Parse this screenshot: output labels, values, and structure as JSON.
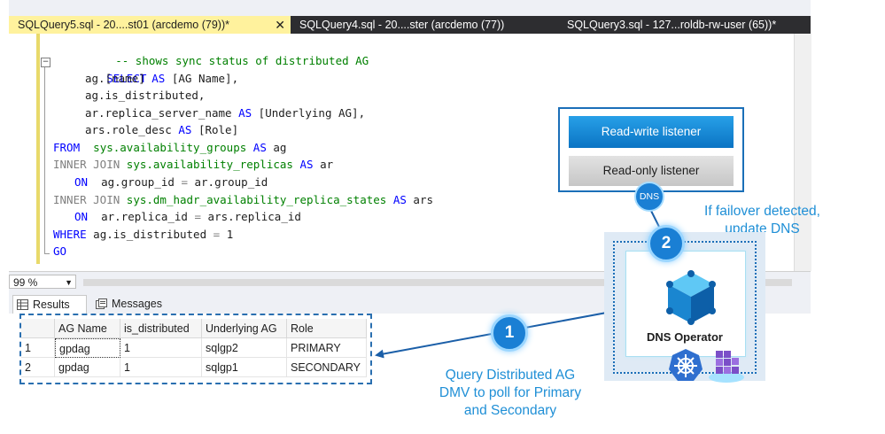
{
  "tabs": [
    {
      "label": "SQLQuery5.sql - 20....st01 (arcdemo (79))*",
      "close": "✕"
    },
    {
      "label": "SQLQuery4.sql - 20....ster (arcdemo (77))"
    },
    {
      "label": "SQLQuery3.sql - 127...roldb-rw-user (65))*"
    }
  ],
  "editor": {
    "comment": "-- shows sync status of distributed AG",
    "l_select": "SELECT",
    "l1_a": "ag.[name] ",
    "l1_as": "AS",
    "l1_b": " [AG Name],",
    "l2": "ag.is_distributed,",
    "l3_a": "ar.replica_server_name ",
    "l3_as": "AS",
    "l3_b": " [Underlying AG],",
    "l4_a": "ars.role_desc ",
    "l4_as": "AS",
    "l4_b": " [Role]",
    "l5_from": "FROM",
    "l5_sys": "sys.availability_groups",
    "l5_as": "AS",
    "l5_b": " ag",
    "l6_join": "INNER JOIN",
    "l6_sys": "sys.availability_replicas",
    "l6_as": "AS",
    "l6_b": " ar",
    "l7_on": "ON",
    "l7_a": "ag.group_id ",
    "l7_eq": "=",
    "l7_b": " ar.group_id",
    "l8_join": "INNER JOIN",
    "l8_sys": "sys.dm_hadr_availability_replica_states",
    "l8_as": "AS",
    "l8_b": " ars",
    "l9_on": "ON",
    "l9_a": "ar.replica_id ",
    "l9_eq": "=",
    "l9_b": " ars.replica_id",
    "l10_where": "WHERE",
    "l10_a": " ag.is_distributed ",
    "l10_eq": "=",
    "l10_b": " 1",
    "l11": "GO"
  },
  "zoom": "99 %",
  "result_tabs": {
    "results": "Results",
    "messages": "Messages"
  },
  "grid": {
    "headers": [
      "AG Name",
      "is_distributed",
      "Underlying AG",
      "Role"
    ],
    "rows": [
      {
        "n": "1",
        "cells": [
          "gpdag",
          "1",
          "sqlgp2",
          "PRIMARY"
        ]
      },
      {
        "n": "2",
        "cells": [
          "gpdag",
          "1",
          "sqlgp1",
          "SECONDARY"
        ]
      }
    ]
  },
  "diagram": {
    "rw_listener": "Read-write listener",
    "ro_listener": "Read-only listener",
    "dns": "DNS",
    "step1": "1",
    "step2": "2",
    "callout2_l1": "If failover detected,",
    "callout2_l2": "update DNS",
    "callout1_l1": "Query Distributed AG",
    "callout1_l2": "DMV to poll for Primary",
    "callout1_l3": "and Secondary",
    "operator": "DNS Operator"
  },
  "colors": {
    "accent": "#1a7fd4",
    "tab_active": "#fff29d",
    "tab_bar": "#2d2d30",
    "callout_text": "#1f8fd6"
  }
}
